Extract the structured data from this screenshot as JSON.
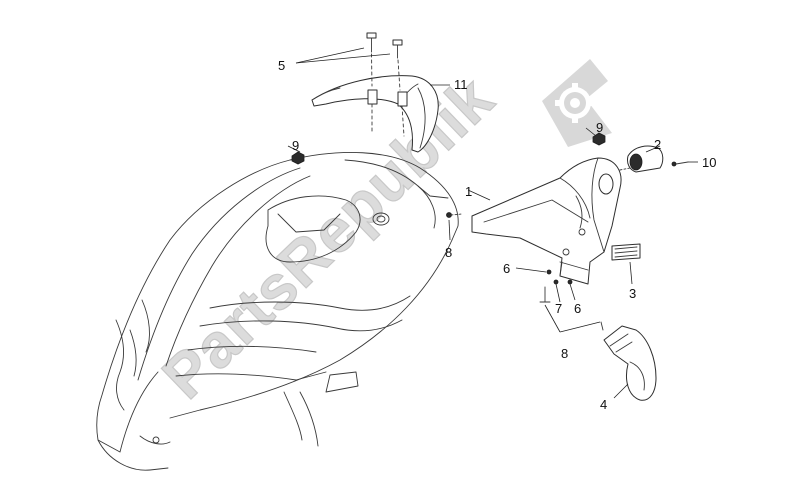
{
  "watermark": {
    "text": "PartsRepublik",
    "logo_icon": "gear-flag-logo-icon"
  },
  "callouts": {
    "c1": "1",
    "c2": "2",
    "c3": "3",
    "c4": "4",
    "c5": "5",
    "c6a": "6",
    "c6b": "6",
    "c7": "7",
    "c8a": "8",
    "c8b": "8",
    "c9a": "9",
    "c9b": "9",
    "c10": "10",
    "c11": "11"
  },
  "colors": {
    "line": "#3a3a3a",
    "watermark": "#d0d0d0",
    "background": "#ffffff"
  }
}
